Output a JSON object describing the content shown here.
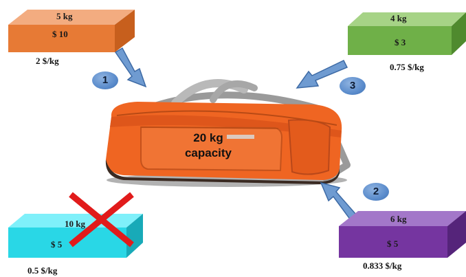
{
  "bag": {
    "capacity_line1": "20 kg",
    "capacity_line2": "capacity"
  },
  "items": [
    {
      "id": "item-a",
      "weight": "5 kg",
      "value": "$ 10",
      "rate": "2 $/kg",
      "step": "1",
      "color": "#e77a35",
      "top_color": "#f3ac80",
      "side_color": "#c75f1d",
      "excluded": false
    },
    {
      "id": "item-b",
      "weight": "4 kg",
      "value": "$ 3",
      "rate": "0.75 $/kg",
      "step": "3",
      "color": "#6fb048",
      "top_color": "#a6d386",
      "side_color": "#4f8a2e",
      "excluded": false
    },
    {
      "id": "item-c",
      "weight": "6 kg",
      "value": "$ 5",
      "rate": "0.833 $/kg",
      "step": "2",
      "color": "#7535a0",
      "top_color": "#a377c9",
      "side_color": "#55247a",
      "excluded": false
    },
    {
      "id": "item-d",
      "weight": "10 kg",
      "value": "$ 5",
      "rate": "0.5 $/kg",
      "step": "",
      "color": "#29d7e6",
      "top_color": "#7ff0fa",
      "side_color": "#18aab8",
      "excluded": true
    }
  ],
  "colors": {
    "arrow": "#6f9bd1",
    "arrow_dark": "#3d6aa5",
    "cross": "#e11b1b"
  }
}
